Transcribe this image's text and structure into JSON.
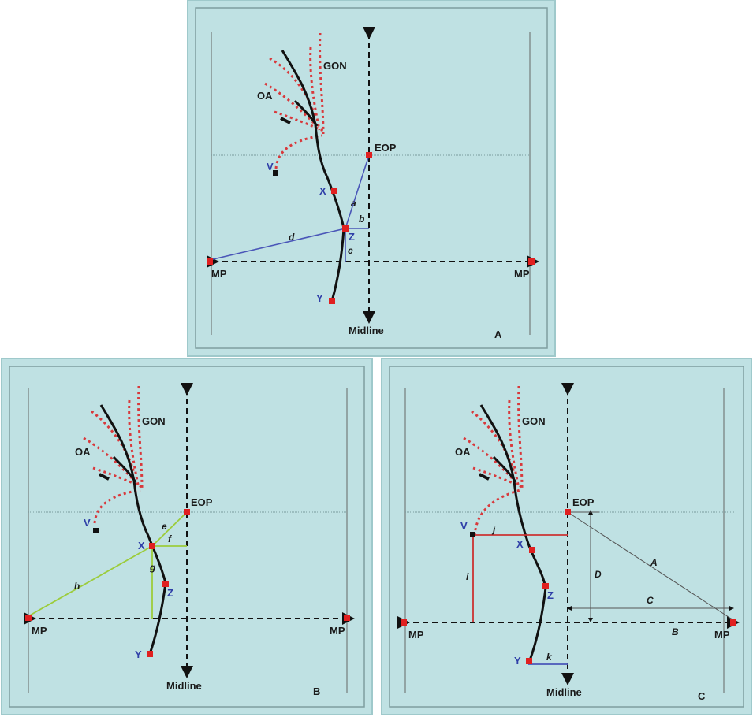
{
  "panels": {
    "A": {
      "letter": "A",
      "labels": {
        "gon": "GON",
        "oa": "OA",
        "eop": "EOP",
        "v": "V",
        "x": "X",
        "z": "Z",
        "y": "Y",
        "mp_left": "MP",
        "mp_right": "MP",
        "midline": "Midline"
      },
      "segments": {
        "a": "a",
        "b": "b",
        "c": "c",
        "d": "d"
      }
    },
    "B": {
      "letter": "B",
      "labels": {
        "gon": "GON",
        "oa": "OA",
        "eop": "EOP",
        "v": "V",
        "x": "X",
        "z": "Z",
        "y": "Y",
        "mp_left": "MP",
        "mp_right": "MP",
        "midline": "Midline"
      },
      "segments": {
        "e": "e",
        "f": "f",
        "g": "g",
        "h": "h"
      }
    },
    "C": {
      "letter": "C",
      "labels": {
        "gon": "GON",
        "oa": "OA",
        "eop": "EOP",
        "v": "V",
        "x": "X",
        "z": "Z",
        "y": "Y",
        "mp_left": "MP",
        "mp_right": "MP",
        "midline": "Midline"
      },
      "segments": {
        "A": "A",
        "B": "B",
        "C": "C",
        "D": "D",
        "i": "i",
        "j": "j",
        "k": "k"
      }
    }
  },
  "colors": {
    "panel_bg": "#bfe1e3",
    "panel_border": "#9fc9cb",
    "nerve": "#111111",
    "artery": "#d8393c",
    "marker": "#e02020",
    "blue_line": "#4a56b8",
    "green_line": "#9ccc3c",
    "red_line": "#cc3333"
  }
}
